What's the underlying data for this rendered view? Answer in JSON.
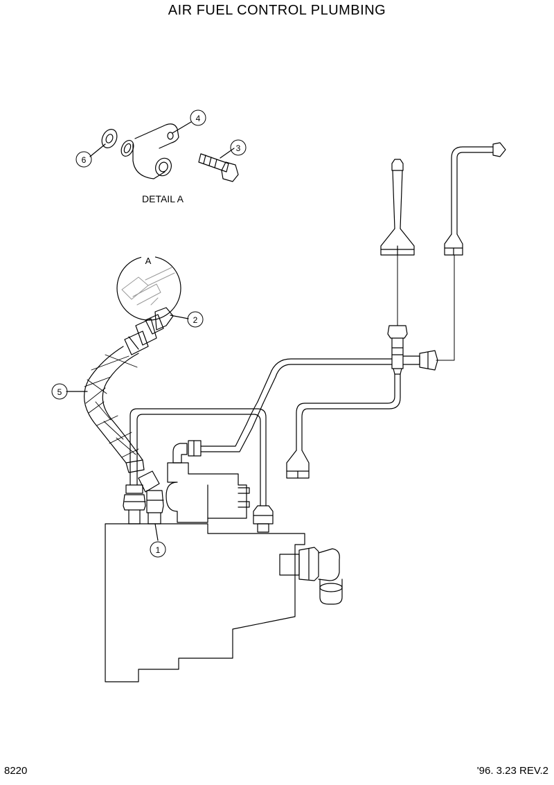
{
  "title": "AIR FUEL CONTROL PLUMBING",
  "detail_label": "DETAIL A",
  "detail_marker": "A",
  "callouts": [
    {
      "id": "callout-1",
      "label": "1"
    },
    {
      "id": "callout-2",
      "label": "2"
    },
    {
      "id": "callout-3",
      "label": "3"
    },
    {
      "id": "callout-4",
      "label": "4"
    },
    {
      "id": "callout-5",
      "label": "5"
    },
    {
      "id": "callout-6",
      "label": "6"
    }
  ],
  "footer": {
    "page_code": "8220",
    "revision": "'96. 3.23  REV.2"
  }
}
